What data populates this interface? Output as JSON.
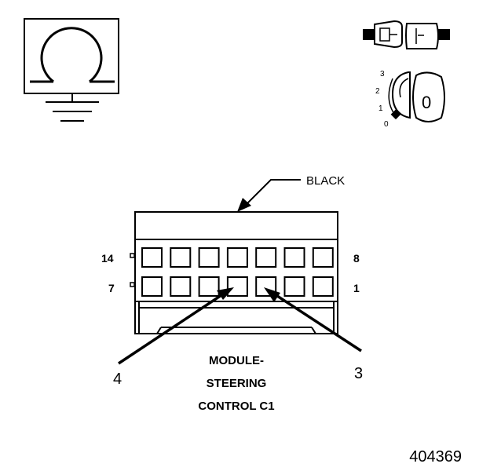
{
  "connector_color_label": "BLACK",
  "pin_labels": {
    "top_left": "14",
    "top_right": "8",
    "bottom_left": "7",
    "bottom_right": "1"
  },
  "callouts": {
    "left": "4",
    "right": "3"
  },
  "module_name": {
    "line1": "MODULE-",
    "line2": "STEERING",
    "line3": "CONTROL C1"
  },
  "ignition_positions": [
    "3",
    "2",
    "1",
    "0"
  ],
  "ignition_key_label": "0",
  "figure_number": "404369",
  "icons": {
    "meter": "ohmmeter-ground-icon",
    "connector": "disconnect-connector-icon",
    "ignition": "ignition-key-off-icon"
  }
}
